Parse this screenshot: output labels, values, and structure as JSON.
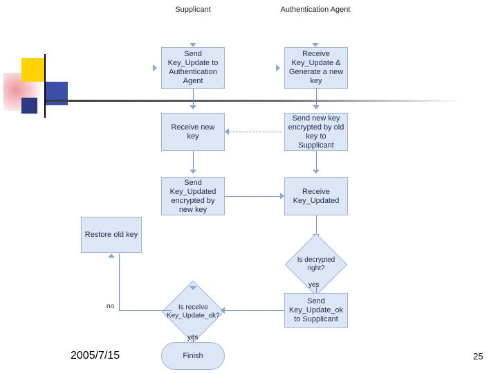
{
  "slide": {
    "date": "2005/7/15",
    "page_number": "25"
  },
  "columns": [
    {
      "label": "Supplicant"
    },
    {
      "label": "Authentication Agent"
    }
  ],
  "nodes": [
    {
      "id": "send-key-update",
      "label": "Send Key_Update to Authentication Agent"
    },
    {
      "id": "receive-key-update-generate",
      "label": "Receive Key_Update & Generate a new key"
    },
    {
      "id": "receive-new-key",
      "label": "Receive new key"
    },
    {
      "id": "send-new-key-encrypted",
      "label": "Send new key encrypted by old key to Supplicant"
    },
    {
      "id": "send-key-updated-encrypted",
      "label": "Send Key_Updated encrypted by new key"
    },
    {
      "id": "receive-key-updated",
      "label": "Receive Key_Updated"
    },
    {
      "id": "restore-old-key",
      "label": "Restore old key"
    },
    {
      "id": "is-decrypted-right",
      "label": "Is decrypted right?"
    },
    {
      "id": "is-receive-key-update-ok",
      "label": "Is receive Key_Update_ok?"
    },
    {
      "id": "send-key-update-ok",
      "label": "Send Key_Update_ok to Supplicant"
    },
    {
      "id": "finish",
      "label": "Finish"
    }
  ],
  "edge_labels": [
    {
      "id": "yes-decrypted",
      "text": "yes"
    },
    {
      "id": "yes-receive",
      "text": "yes"
    },
    {
      "id": "no-receive",
      "text": "no"
    }
  ],
  "colors": {
    "box_fill": "#dde6f7",
    "box_border": "#9fb4d8",
    "connector": "#6f8fc0",
    "deco_yellow": "#ffd200",
    "deco_blue": "#3b4ea8",
    "deco_navy": "#2b3a80"
  }
}
